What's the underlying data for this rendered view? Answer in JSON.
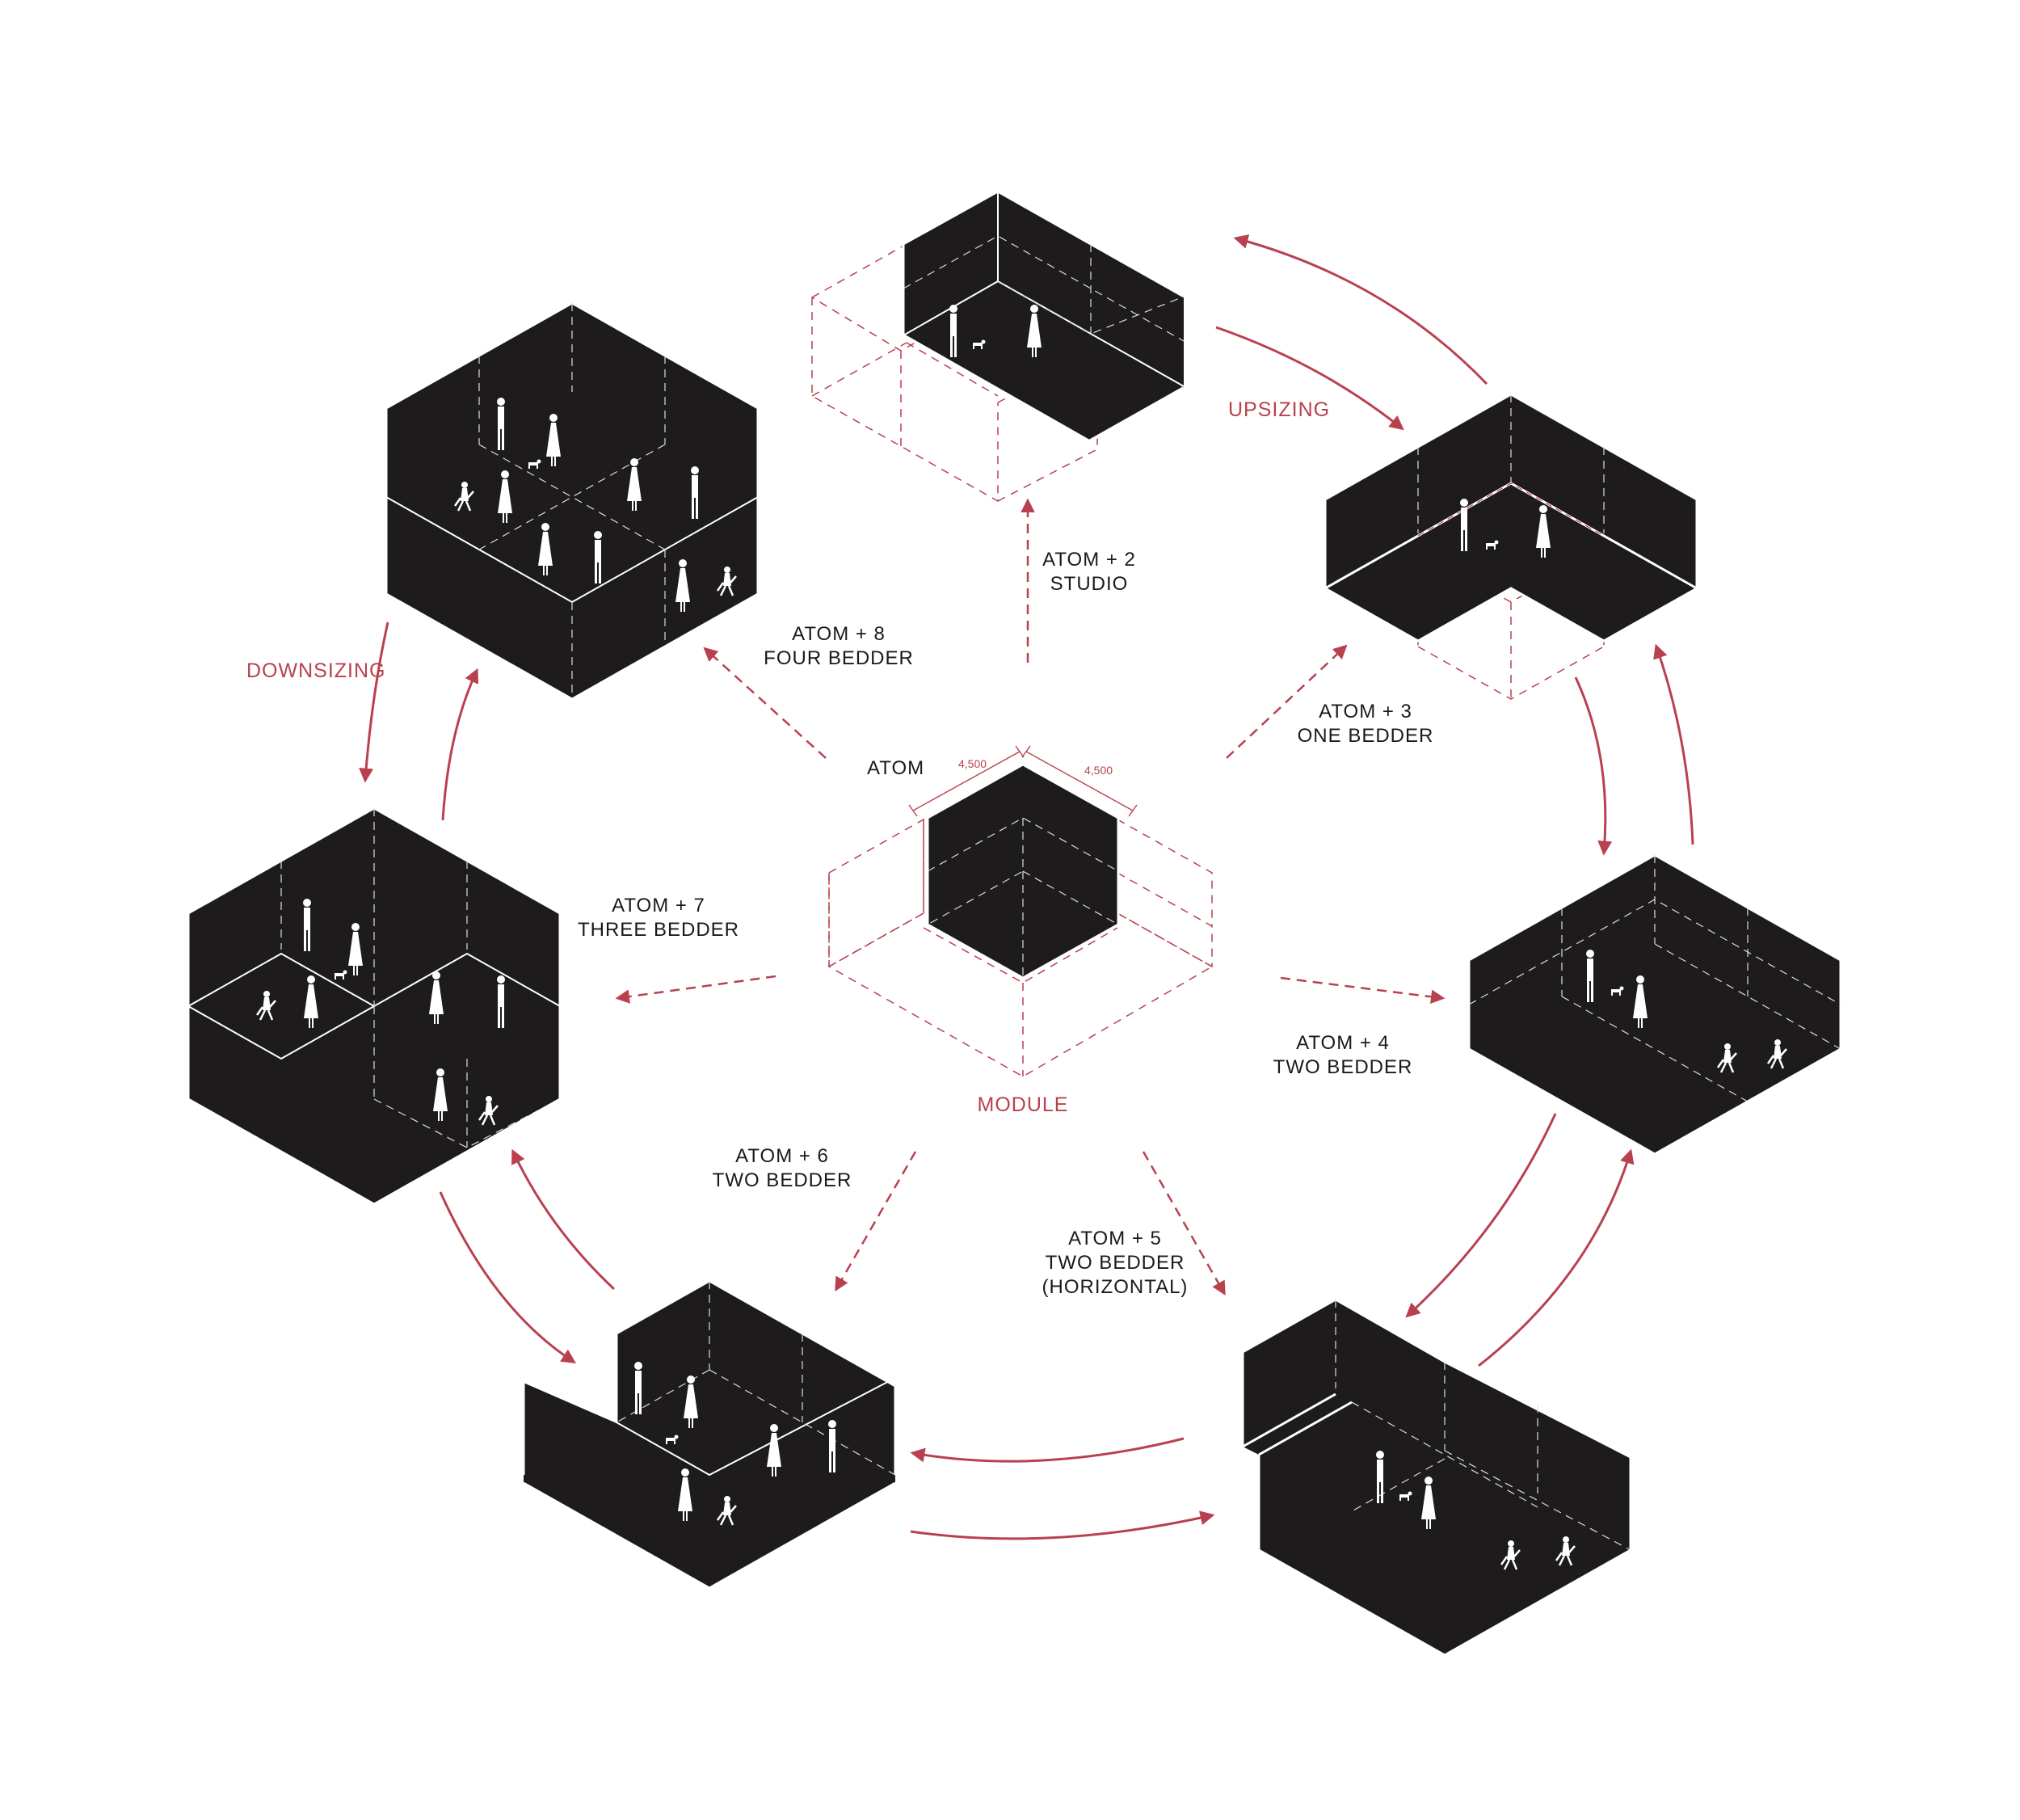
{
  "colors": {
    "accent": "#b9414f",
    "ink": "#1a1a1a",
    "volume_fill": "#1d1b1b",
    "bg": "#ffffff"
  },
  "center": {
    "atom_label": "ATOM",
    "dim_left": "4,500",
    "dim_right": "4,500",
    "module_label": "MODULE"
  },
  "cycle": {
    "upsizing_label": "UPSIZING",
    "downsizing_label": "DOWNSIZING"
  },
  "units": [
    {
      "line1": "ATOM + 2",
      "line2": "STUDIO"
    },
    {
      "line1": "ATOM + 3",
      "line2": "ONE BEDDER"
    },
    {
      "line1": "ATOM + 4",
      "line2": "TWO BEDDER"
    },
    {
      "line1": "ATOM + 5",
      "line2": "TWO BEDDER",
      "line3": "(HORIZONTAL)"
    },
    {
      "line1": "ATOM + 6",
      "line2": "TWO BEDDER"
    },
    {
      "line1": "ATOM + 7",
      "line2": "THREE BEDDER"
    },
    {
      "line1": "ATOM + 8",
      "line2": "FOUR BEDDER"
    }
  ]
}
